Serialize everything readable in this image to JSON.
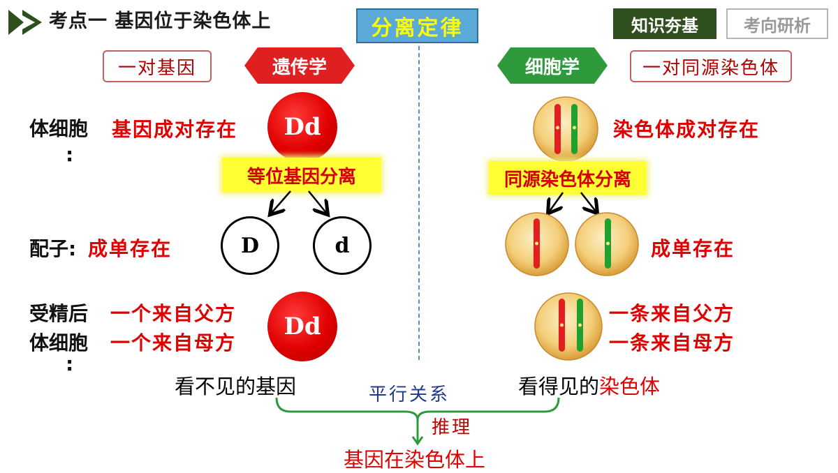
{
  "header": {
    "title": "考点一  基因位于染色体上",
    "center_box": "分离定律",
    "btn_basics": "知识夯基",
    "btn_analysis": "考向研析"
  },
  "left": {
    "label_box": "一对基因",
    "heading": "遗传学",
    "row1_label": "体细胞",
    "row1_label_colon": ":",
    "row1_text": "基因成对存在",
    "ball_top": "Dd",
    "separation": "等位基因分离",
    "row2_label": "配子:",
    "row2_text": "成单存在",
    "gamete_d_upper": "D",
    "gamete_d_lower": "d",
    "row3_label_line1": "受精后",
    "row3_label_line2": "体细胞",
    "row3_label_colon": ":",
    "row3_text_line1": "一个来自父方",
    "row3_text_line2": "一个来自母方",
    "ball_bottom": "Dd"
  },
  "right": {
    "label_box": "一对同源染色体",
    "heading": "细胞学",
    "row1_text": "染色体成对存在",
    "separation": "同源染色体分离",
    "row2_text": "成单存在",
    "row3_text_line1": "一条来自父方",
    "row3_text_line2": "一条来自母方"
  },
  "bottom": {
    "left_text": "看不见的基因",
    "right_text_black": "看得见的",
    "right_text_red": "染色体",
    "parallel": "平行关系",
    "inference": "推理",
    "conclusion": "基因在染色体上"
  },
  "colors": {
    "accent_red": "#e00000",
    "heading_left": "#e02020",
    "heading_right": "#2e9a3c",
    "divider": "#5b8fc0",
    "bracket": "#2e9a3c"
  }
}
